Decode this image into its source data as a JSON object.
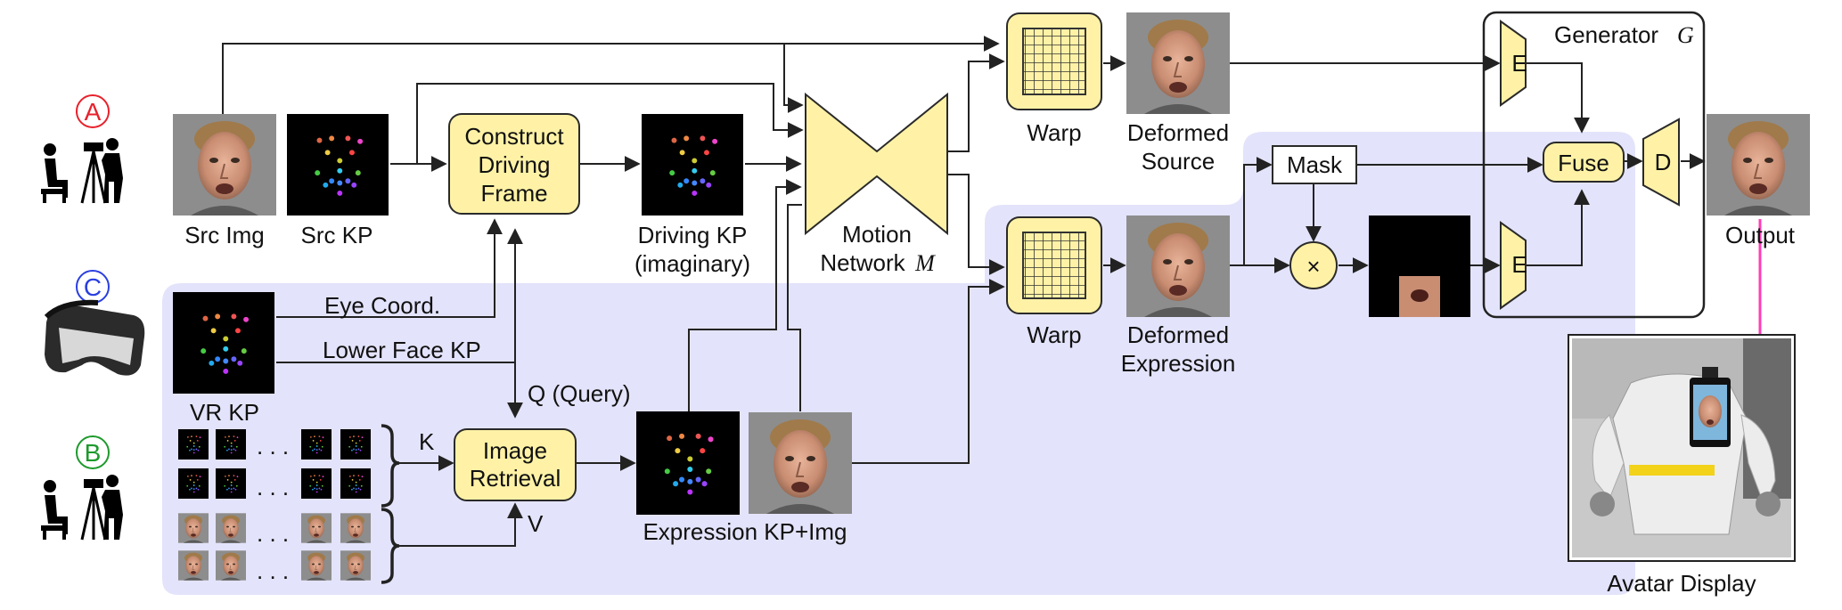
{
  "colors": {
    "block_fill": "#fff2a6",
    "block_stroke": "#2a2a2a",
    "highlight": "#e3e3fb",
    "pink_arrow": "#ff3db5",
    "badge_a": "#e8212b",
    "badge_b": "#1d9a2c",
    "badge_c": "#2a3fe0"
  },
  "badges": {
    "a": "A",
    "b": "B",
    "c": "C"
  },
  "inputs": {
    "src_img": "Src Img",
    "src_kp": "Src KP",
    "vr_kp": "VR KP",
    "eye_coord": "Eye Coord.",
    "lower_face_kp": "Lower Face KP",
    "query": "Q (Query)",
    "key": "K",
    "value": "V",
    "dots": ". . ."
  },
  "blocks": {
    "construct_line1": "Construct",
    "construct_line2": "Driving",
    "construct_line3": "Frame",
    "retrieval_line1": "Image",
    "retrieval_line2": "Retrieval",
    "fuse": "Fuse",
    "mask": "Mask",
    "encoder": "E",
    "decoder": "D",
    "multiply": "×"
  },
  "labels": {
    "driving_kp_line1": "Driving KP",
    "driving_kp_line2": "(imaginary)",
    "motion_line1": "Motion",
    "motion_line2_text": "Network",
    "motion_symbol": "M",
    "warp_top": "Warp",
    "warp_bottom": "Warp",
    "deformed_source_line1": "Deformed",
    "deformed_source_line2": "Source",
    "deformed_expr_line1": "Deformed",
    "deformed_expr_line2": "Expression",
    "expression_kp_img": "Expression KP+Img",
    "generator_text": "Generator",
    "generator_symbol": "G",
    "output": "Output",
    "avatar_display": "Avatar Display"
  }
}
